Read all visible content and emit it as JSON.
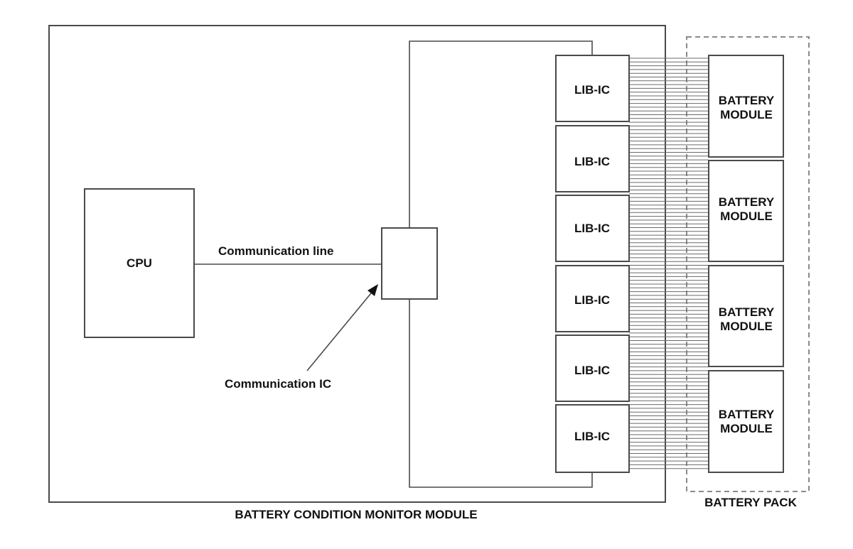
{
  "diagram": {
    "outer_module_label": "BATTERY CONDITION MONITOR MODULE",
    "pack_label": "BATTERY PACK",
    "cpu_label": "CPU",
    "comm_line_label": "Communication line",
    "comm_ic_label": "Communication IC",
    "lib_ic_labels": [
      "LIB-IC",
      "LIB-IC",
      "LIB-IC",
      "LIB-IC",
      "LIB-IC",
      "LIB-IC"
    ],
    "battery_modules": [
      {
        "line1": "BATTERY",
        "line2": "MODULE"
      },
      {
        "line1": "BATTERY",
        "line2": "MODULE"
      },
      {
        "line1": "BATTERY",
        "line2": "MODULE"
      },
      {
        "line1": "BATTERY",
        "line2": "MODULE"
      }
    ]
  }
}
